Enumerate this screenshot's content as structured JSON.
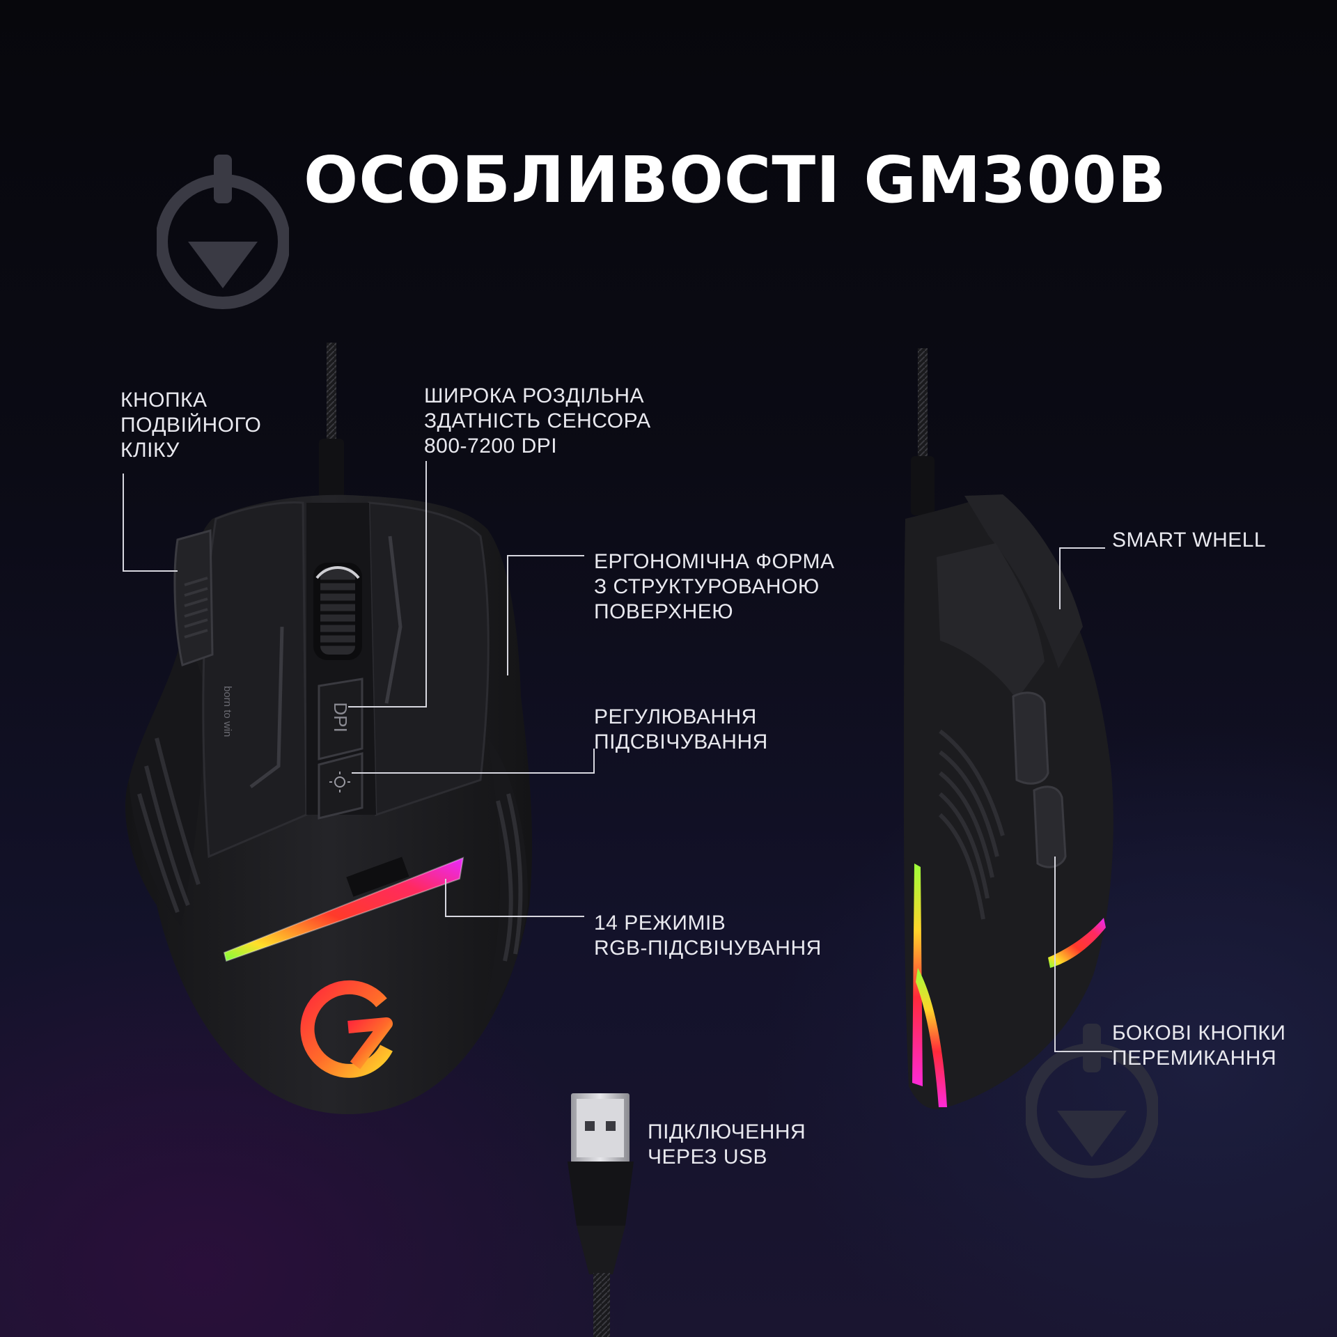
{
  "title": "ОСОБЛИВОСТІ GM300B",
  "features": {
    "double_click": {
      "lines": [
        "КНОПКА",
        "ПОДВІЙНОГО",
        "КЛІКУ"
      ]
    },
    "dpi": {
      "lines": [
        "ШИРОКА РОЗДІЛЬНА",
        "ЗДАТНІСТЬ СЕНСОРА",
        "800-7200 DPI"
      ]
    },
    "ergonomic": {
      "lines": [
        "ЕРГОНОМІЧНА ФОРМА",
        "З СТРУКТУРОВАНОЮ",
        "ПОВЕРХНЕЮ"
      ]
    },
    "backlight": {
      "lines": [
        "РЕГУЛЮВАННЯ",
        "ПІДСВІЧУВАННЯ"
      ]
    },
    "rgb_modes": {
      "lines": [
        "14 РЕЖИМІВ",
        "RGB-ПІДСВІЧУВАННЯ"
      ]
    },
    "smart_wheel": {
      "lines": [
        "SMART WHELL"
      ]
    },
    "side_buttons": {
      "lines": [
        "БОКОВІ КНОПКИ",
        "ПЕРЕМИКАННЯ"
      ]
    },
    "usb": {
      "lines": [
        "ПІДКЛЮЧЕННЯ",
        "ЧЕРЕЗ USB"
      ]
    }
  },
  "mouse_markings": {
    "dpi_button": "DPI",
    "slogan": "born to win"
  },
  "colors": {
    "background": "#0b0b15",
    "text": "#ffffff",
    "leader_line": "#d8d8e0",
    "mouse_body": "#1b1b1e",
    "rgb_red": "#ff2a3a",
    "rgb_magenta": "#ff2ad8",
    "rgb_yellow": "#ffe02a",
    "rgb_green": "#7dff3a"
  },
  "icons": [
    "watermark-download-icon",
    "brand-logo-icon",
    "usb-plug-icon",
    "scroll-wheel-icon",
    "brightness-icon"
  ]
}
